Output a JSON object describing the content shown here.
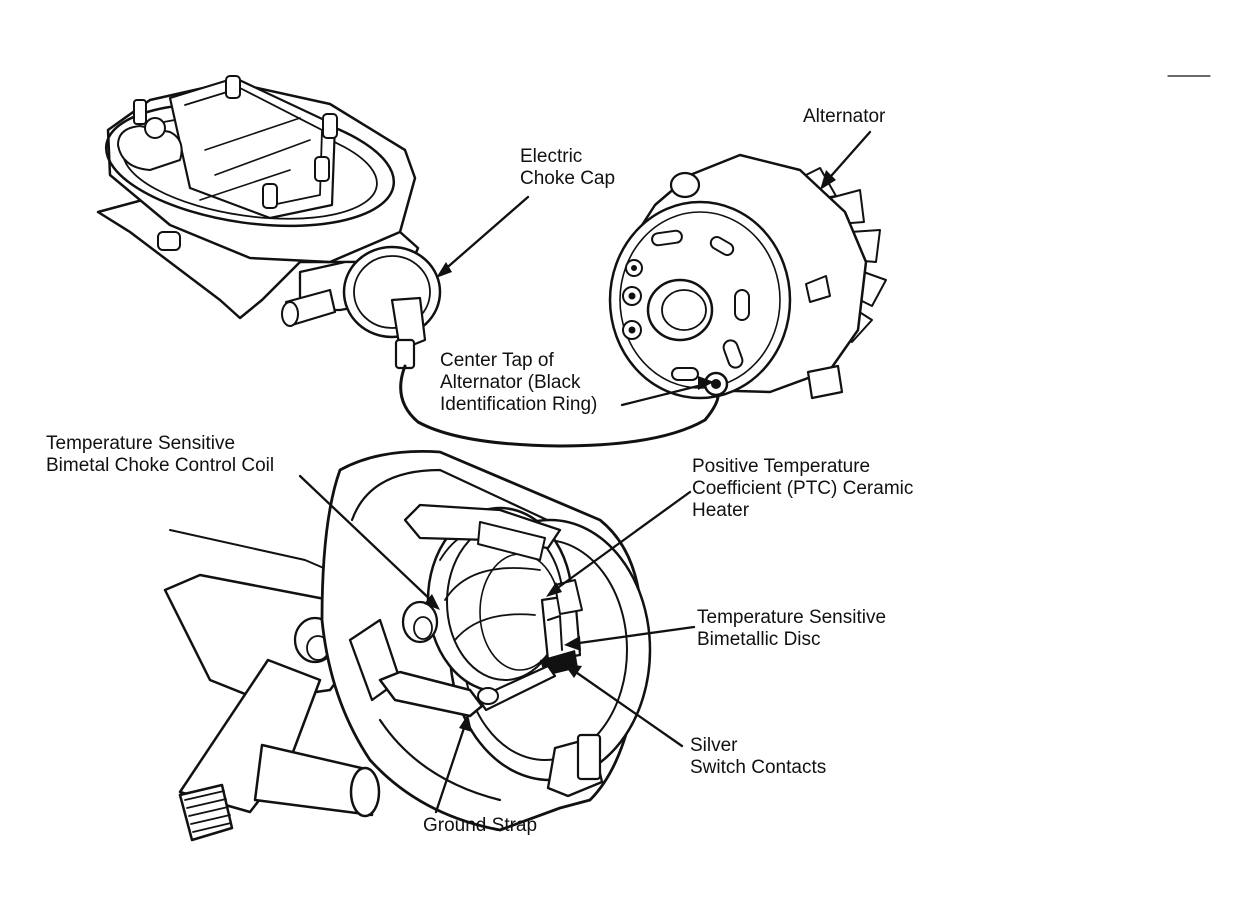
{
  "labels": {
    "alternator": {
      "lines": [
        "Alternator"
      ]
    },
    "choke_cap": {
      "lines": [
        "Electric",
        "Choke Cap"
      ]
    },
    "center_tap": {
      "lines": [
        "Center Tap of",
        "Alternator (Black",
        "Identification Ring)"
      ]
    },
    "coil": {
      "lines": [
        "Temperature Sensitive",
        "Bimetal Choke Control Coil"
      ]
    },
    "ptc": {
      "lines": [
        "Positive Temperature",
        "Coefficient (PTC) Ceramic",
        "Heater"
      ]
    },
    "disc": {
      "lines": [
        "Temperature Sensitive",
        "Bimetallic Disc"
      ]
    },
    "contacts": {
      "lines": [
        "Silver",
        "Switch Contacts"
      ]
    },
    "ground": {
      "lines": [
        "Ground Strap"
      ]
    }
  },
  "colors": {
    "ink": "#111111",
    "paper": "#ffffff"
  }
}
